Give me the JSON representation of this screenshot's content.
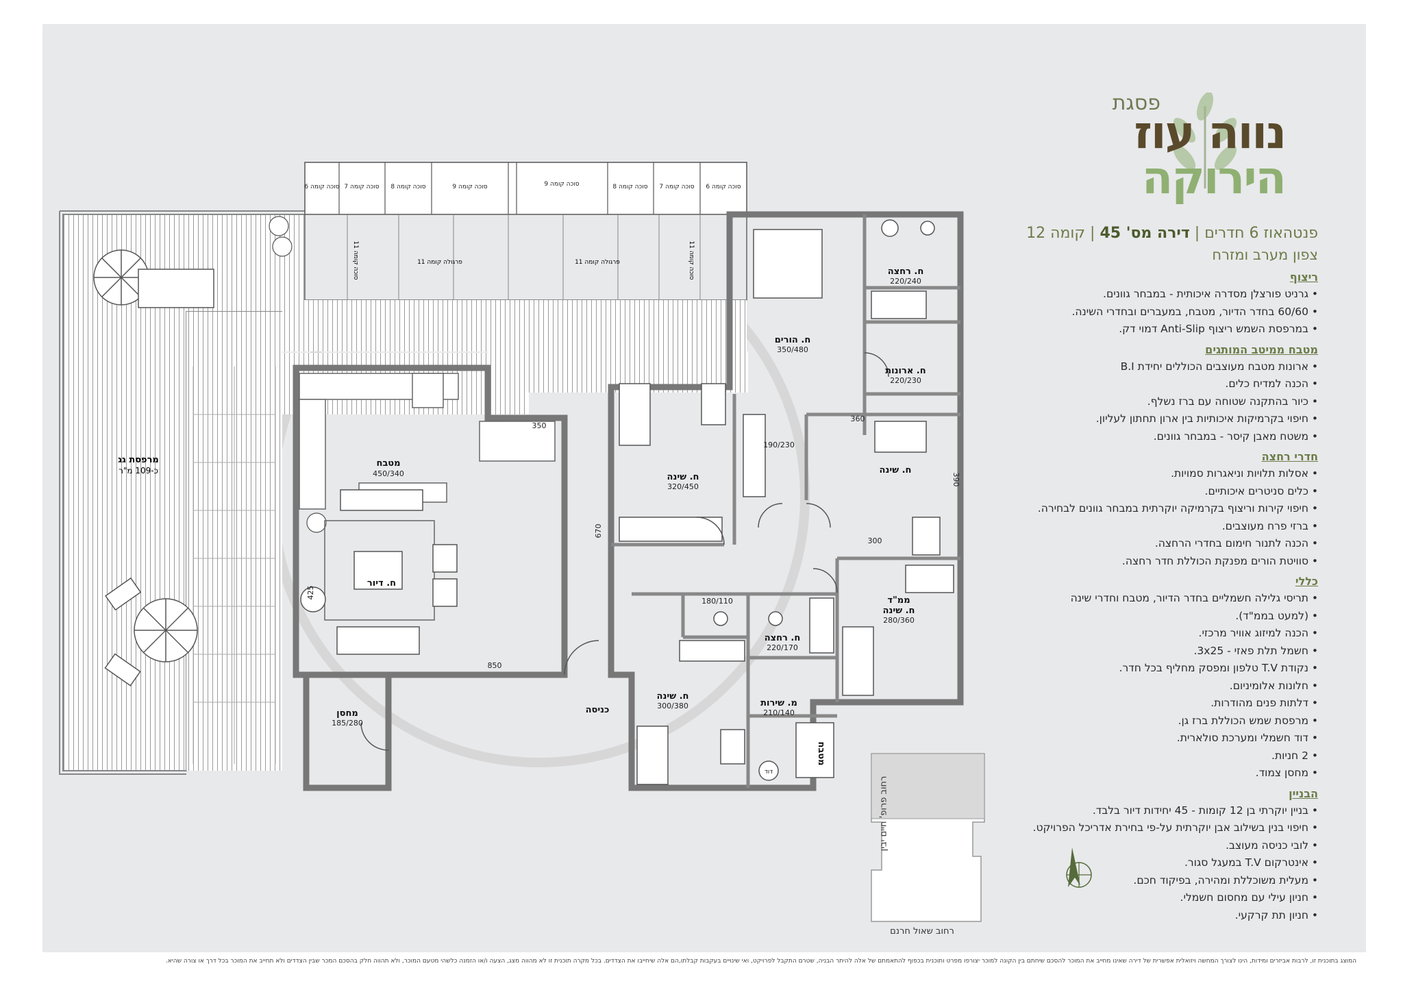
{
  "logo": {
    "prefix": "פסגת",
    "line1": "נווה עוז",
    "line2": "הירוקה"
  },
  "header": {
    "apartment_type": "פנטהאוז 6 חדרים",
    "apartment_no": "דירה מס' 45",
    "floor": "קומה 12",
    "direction": "צפון מערב ומזרח"
  },
  "sections": [
    {
      "title": "ריצוף",
      "items": [
        "גרניט פורצלן מסדרה איכותית - במבחר גוונים.",
        "60/60 בחדר הדיור, מטבח, במעברים ובחדרי השינה.",
        "במרפסת השמש ריצוף Anti-Slip דמוי דק."
      ]
    },
    {
      "title": "מטבח ממיטב המותגים",
      "items": [
        "ארונות מטבח מעוצבים הכוללים יחידת B.I",
        "הכנה למדיח כלים.",
        "כיור בהתקנה שטוחה עם ברז נשלף.",
        "חיפוי בקרמיקות איכותיות בין ארון תחתון לעליון.",
        "משטח מאבן קיסר - במבחר גוונים."
      ]
    },
    {
      "title": "חדרי רחצה",
      "items": [
        "אסלות תלויות וניאגרות סמויות.",
        "כלים סניטרים איכותיים.",
        "חיפוי קירות וריצוף בקרמיקה יוקרתית במבחר גוונים לבחירה.",
        "ברזי פרח מעוצבים.",
        "הכנה לתנור חימום בחדרי הרחצה.",
        "סוויטת הורים מפנקת הכוללת חדר רחצה."
      ]
    },
    {
      "title": "כללי",
      "items": [
        "תריסי גלילה חשמליים בחדר הדיור, מטבח וחדרי שינה",
        "(למעט בממ\"ד).",
        "הכנה למיזוג אוויר מרכזי.",
        "חשמל תלת פאזי - 3x25.",
        "נקודת T.V טלפון ומפסק מחליף בכל חדר.",
        "חלונות אלומיניום.",
        "דלתות פנים מהודרות.",
        "מרפסת שמש הכוללת ברז גן.",
        "דוד חשמלי ומערכת סולארית.",
        "2 חניות.",
        "מחסן צמוד."
      ]
    },
    {
      "title": "הבניין",
      "items": [
        "בניין יוקרתי בן 12 קומות - 45 יחידות דיור בלבד.",
        "חיפוי בנין בשילוב אבן יוקרתית על-פי בחירת אדריכל הפרויקט.",
        "לובי כניסה מעוצב.",
        "אינטרקום T.V במעגל סגור.",
        "מעלית משוכללת ומהירה, בפיקוד חכם.",
        "חניון עילי עם מחסום חשמלי.",
        "חניון תת קרקעי."
      ]
    }
  ],
  "rooms": {
    "roof": {
      "name": "מרפסת גג",
      "size": "כ-109 מ\"ר"
    },
    "kitchen": {
      "name": "מטבח",
      "size": "450/340"
    },
    "living": {
      "name": "ח. דיור"
    },
    "storage": {
      "name": "מחסן",
      "size": "185/280"
    },
    "entrance": {
      "name": "כניסה"
    },
    "bed1": {
      "name": "ח. שינה",
      "size": "320/450"
    },
    "parents": {
      "name": "ח. הורים",
      "size": "350/480"
    },
    "bath1": {
      "name": "ח. רחצה",
      "size": "220/240"
    },
    "closet": {
      "name": "ח. ארונות",
      "size": "220/230"
    },
    "corridor": {
      "size": "190/230"
    },
    "bed2": {
      "name": "ח. שינה"
    },
    "mamad": {
      "name": "ממ\"ד",
      "name2": "ח. שינה",
      "size": "280/360"
    },
    "bath2": {
      "name": "ח. רחצה",
      "size": "220/170"
    },
    "wc": {
      "size": "180/110"
    },
    "bed3": {
      "name": "ח. שינה",
      "size": "300/380"
    },
    "service": {
      "name": "מ. שירות",
      "size": "210/140"
    },
    "kitchenette": {
      "name": "מטבח"
    },
    "boiler": {
      "name": "דוד"
    }
  },
  "dimensions": {
    "d350": "350",
    "d850": "850",
    "d425": "425",
    "d670": "670",
    "d360": "360",
    "d390": "390",
    "d300": "300"
  },
  "sukkot": [
    "סוכה קומה 6",
    "סוכה קומה 7",
    "סוכה קומה 8",
    "סוכה קומה 9",
    "סוכה קומה 9",
    "סוכה קומה 8",
    "סוכה קומה 7",
    "סוכה קומה 6"
  ],
  "pergola": {
    "left": "פרגולה קומה 11",
    "right": "פרגולה קומה 11",
    "vert_left": "סוכה קומה 11",
    "vert_right": "סוכה קומה 11"
  },
  "streets": {
    "bottom": "רחוב שאול חרנם",
    "side": "רחוב פרופ' חיים יבין"
  },
  "disclaimer": "המוצג בתוכנית זו, לרבות אביזרים ומידות, הינו לצורך המחשה ויזואלית אפשרית של דירה שאינו מחייב את המוכר להסכם שיחתם בין הקונה למוכר יצורפו מפרט ותוכנית בכפוף להתאמתם של אלה להיתר הבניה, שטרם התקבל לפרויקט, ואי שינויים בעקבות קבלתו,הם אלה שיחייבו את הצדדים. בכל מקרה תוכנית זו לא מהווה מצג, הצעה ו/או הזמנה כלשהי מטעם המוכר, ולא תהווה חלק בהסכם המכר שבין הצדדים ולא תחייב את המוכר בכל דרך או צורה שהיא."
}
